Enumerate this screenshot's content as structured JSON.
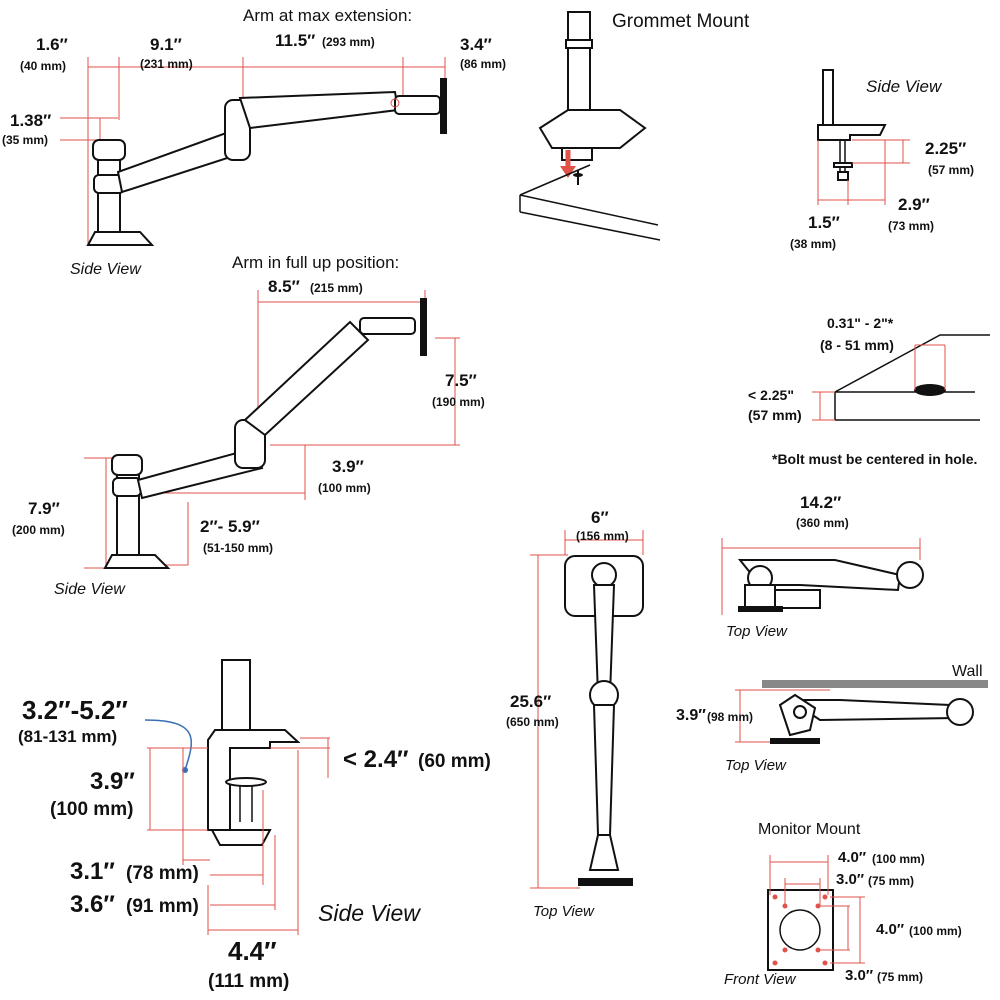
{
  "colors": {
    "dimension": "#e0524a",
    "line": "#111111",
    "wall": "#888888"
  },
  "max_extension": {
    "title": "Arm at max extension:",
    "d1": "1.6″",
    "d1m": "(40 mm)",
    "d2": "9.1″",
    "d2m": "(231 mm)",
    "d3": "11.5″",
    "d3m": "(293 mm)",
    "d4": "3.4″",
    "d4m": "(86 mm)",
    "d5": "1.38″",
    "d5m": "(35 mm)",
    "view": "Side View"
  },
  "grommet": {
    "title": "Grommet Mount",
    "view": "Side View",
    "d1": "2.25″",
    "d1m": "(57 mm)",
    "d2": "2.9″",
    "d2m": "(73 mm)",
    "d3": "1.5″",
    "d3m": "(38 mm)"
  },
  "full_up": {
    "title": "Arm in full up position:",
    "d1": "8.5″",
    "d1m": "(215 mm)",
    "d2": "7.5″",
    "d2m": "(190 mm)",
    "d3": "3.9″",
    "d3m": "(100 mm)",
    "d4": "7.9″",
    "d4m": "(200 mm)",
    "d5": "2″- 5.9″",
    "d5m": "(51-150 mm)",
    "view": "Side View"
  },
  "desk_hole": {
    "d1": "0.31\" - 2\"*",
    "d1m": "(8 - 51 mm)",
    "d2": "< 2.25\"",
    "d2m": "(57 mm)",
    "note": "*Bolt must be centered in hole."
  },
  "clamp": {
    "d1": "3.2″-5.2″",
    "d1m": "(81-131 mm)",
    "d2": "3.9″",
    "d2m": "(100 mm)",
    "d3": "< 2.4″",
    "d3m": "(60 mm)",
    "d4": "3.1″",
    "d4m": "(78 mm)",
    "d5": "3.6″",
    "d5m": "(91 mm)",
    "d6": "4.4″",
    "d6m": "(111 mm)",
    "view": "Side View"
  },
  "top_long": {
    "d1": "6″",
    "d1m": "(156 mm)",
    "d2": "25.6″",
    "d2m": "(650 mm)",
    "view": "Top View"
  },
  "top_right": {
    "d1": "14.2″",
    "d1m": "(360 mm)",
    "view": "Top View"
  },
  "wall_view": {
    "label": "Wall",
    "d1": "3.9″",
    "d1m": "(98 mm)",
    "view": "Top View"
  },
  "monitor_mount": {
    "title": "Monitor Mount",
    "d1": "4.0″",
    "d1m": "(100 mm)",
    "d2": "3.0″",
    "d2m": "(75 mm)",
    "d3": "4.0″",
    "d3m": "(100 mm)",
    "d4": "3.0″",
    "d4m": "(75 mm)",
    "view": "Front View"
  }
}
